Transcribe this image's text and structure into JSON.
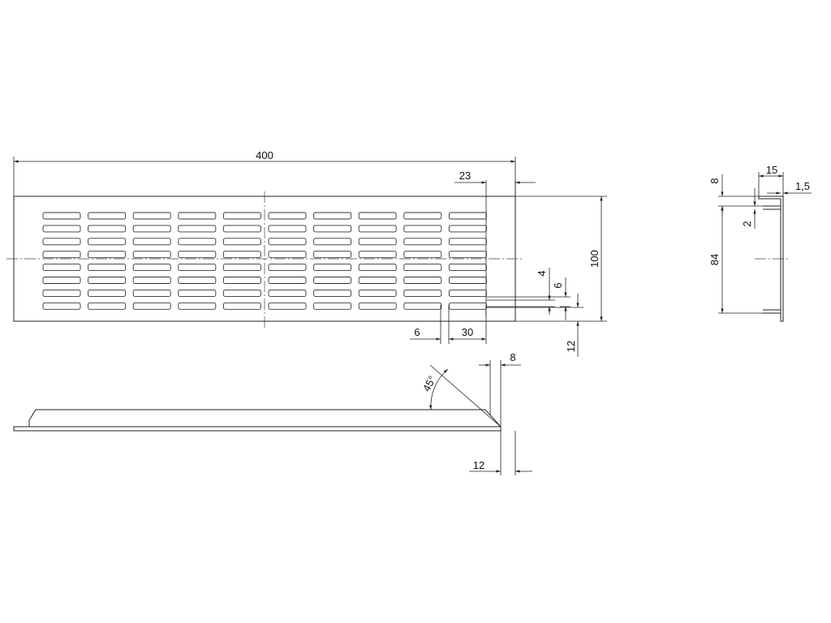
{
  "drawing": {
    "front_view": {
      "overall_width": "400",
      "overall_height": "100",
      "edge_to_slot_field": "23",
      "slot_width": "30",
      "slot_gap": "6",
      "slot_height": "4",
      "slot_pitch": "6",
      "edge_margin": "12"
    },
    "side_view": {
      "frame_depth": "15",
      "wall_thickness": "1,5",
      "top_offset": "8",
      "lip": "2",
      "inner_height": "84"
    },
    "bottom_view": {
      "angle": "45°",
      "flange": "8",
      "margin": "12"
    }
  }
}
